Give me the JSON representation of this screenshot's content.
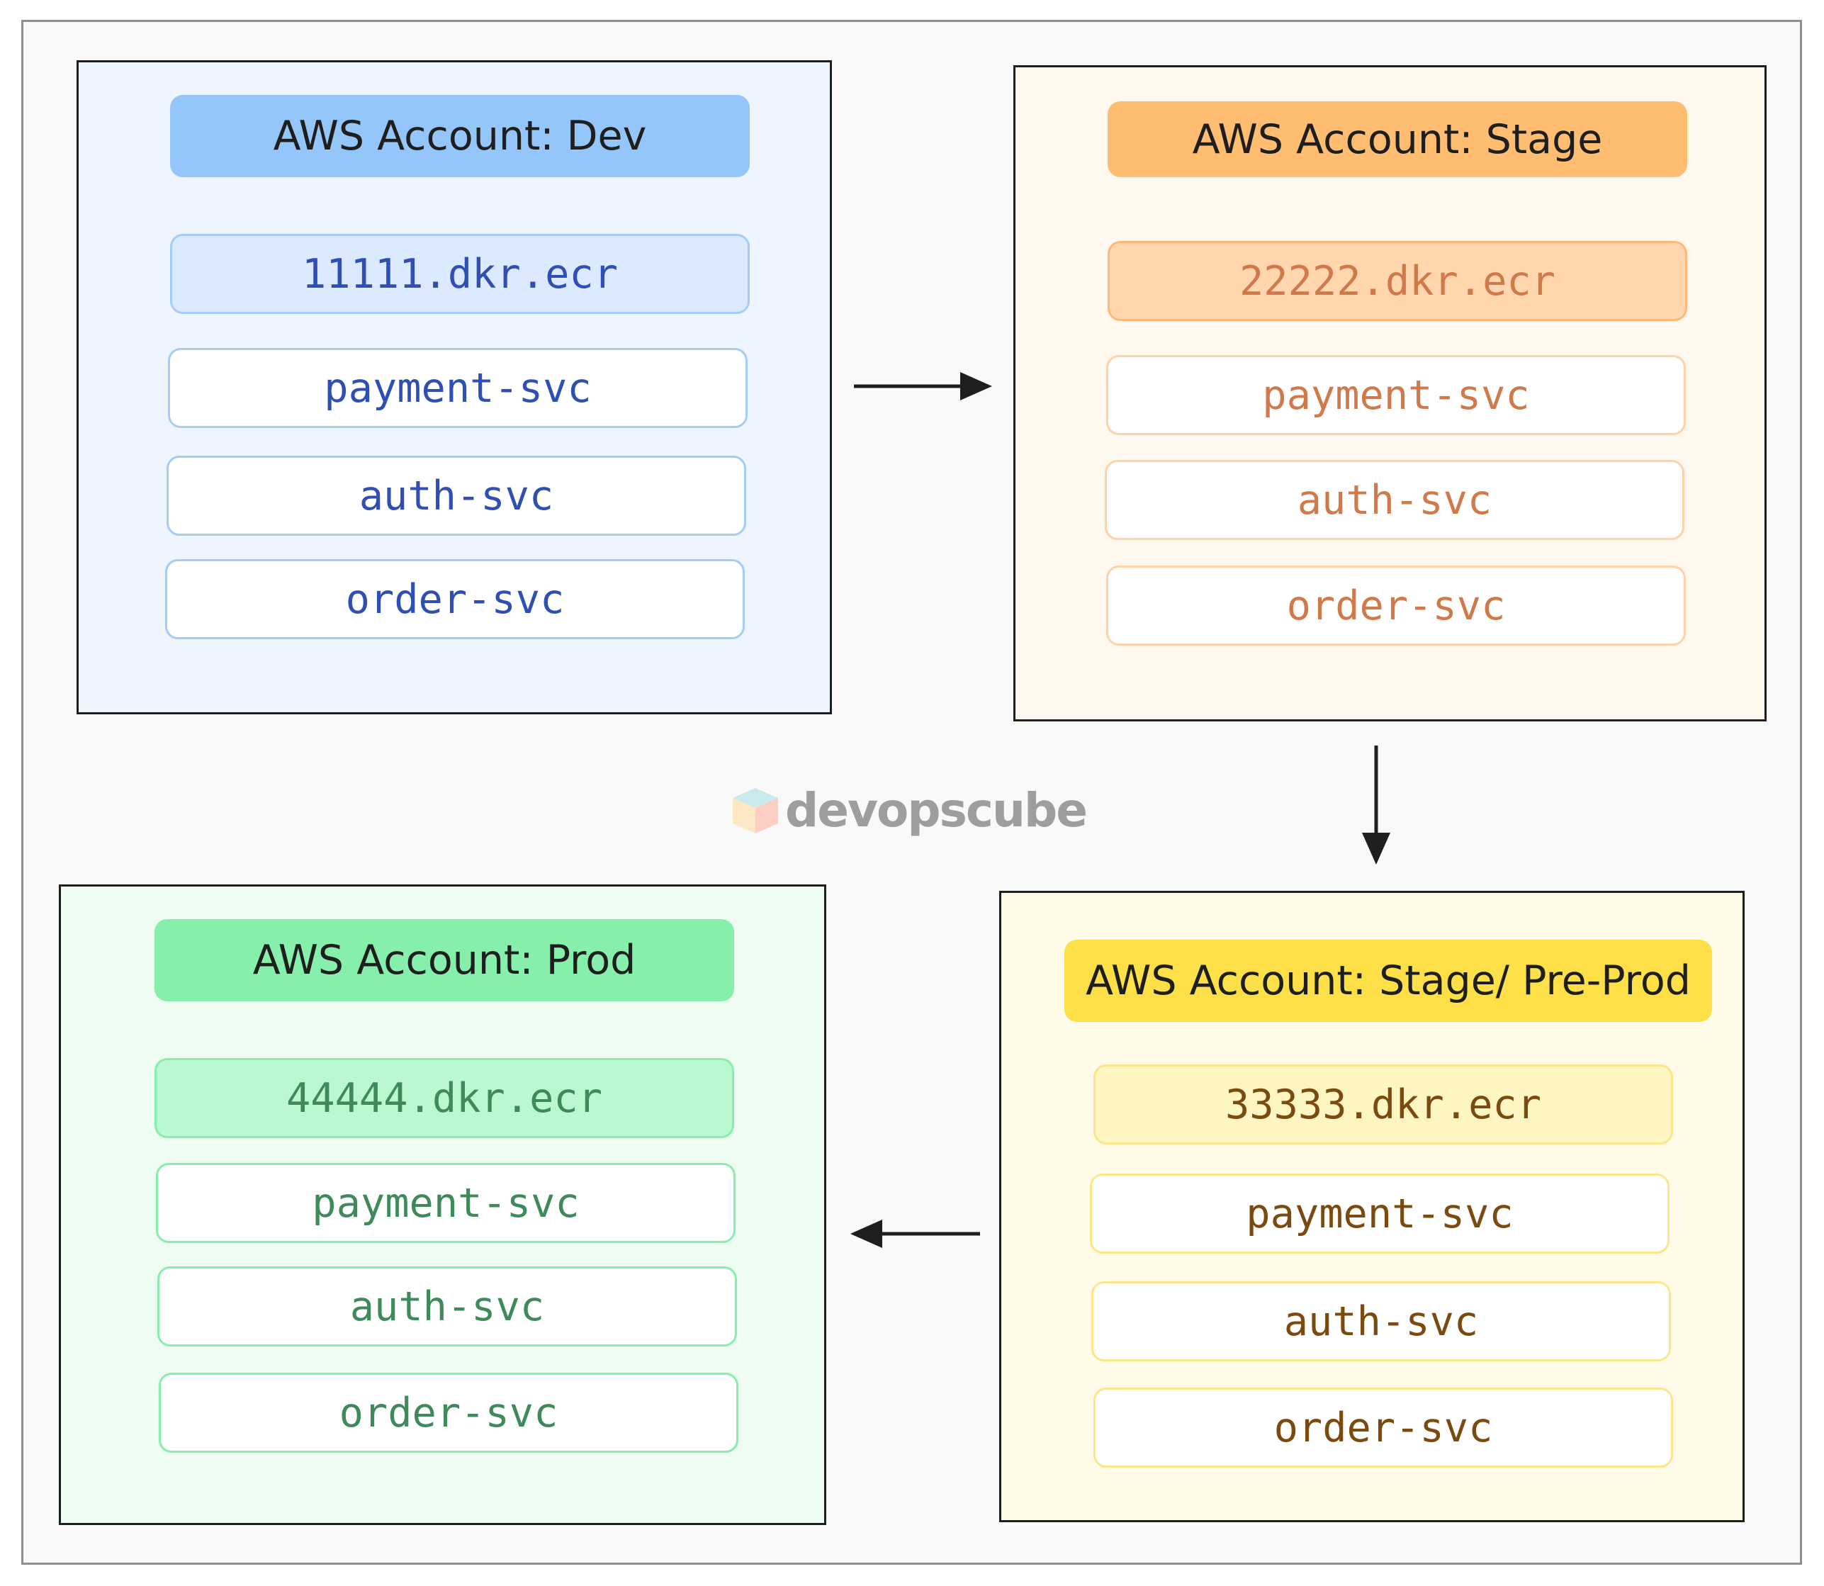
{
  "accounts": {
    "dev": {
      "title": "AWS Account: Dev",
      "registry": "11111.dkr.ecr",
      "services": [
        "payment-svc",
        "auth-svc",
        "order-svc"
      ]
    },
    "stage": {
      "title": "AWS Account: Stage",
      "registry": "22222.dkr.ecr",
      "services": [
        "payment-svc",
        "auth-svc",
        "order-svc"
      ]
    },
    "preprod": {
      "title": "AWS Account: Stage/ Pre-Prod",
      "registry": "33333.dkr.ecr",
      "services": [
        "payment-svc",
        "auth-svc",
        "order-svc"
      ]
    },
    "prod": {
      "title": "AWS Account: Prod",
      "registry": "44444.dkr.ecr",
      "services": [
        "payment-svc",
        "auth-svc",
        "order-svc"
      ]
    }
  },
  "watermark": "devopscube",
  "colors": {
    "dev": "#2f4fb4",
    "stage": "#d07a4c",
    "preprod": "#7a4a10",
    "prod": "#3f8a5a"
  }
}
